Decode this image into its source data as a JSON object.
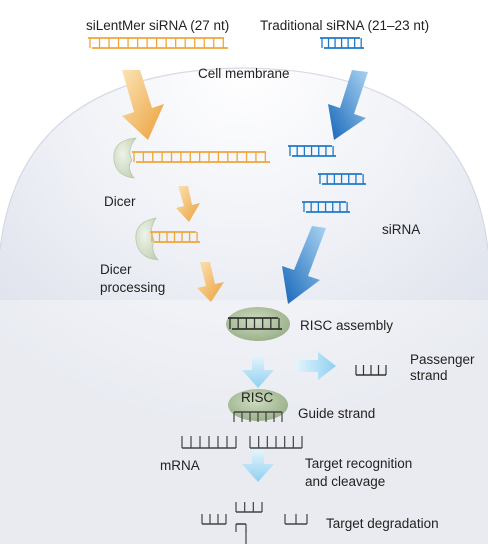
{
  "title_left": "siLentMer siRNA (27 nt)",
  "title_right": "Traditional siRNA (21–23 nt)",
  "labels": {
    "cell_membrane": "Cell membrane",
    "dicer": "Dicer",
    "dicer_processing_1": "Dicer",
    "dicer_processing_2": "processing",
    "sirna": "siRNA",
    "risc_assembly": "RISC assembly",
    "passenger_1": "Passenger",
    "passenger_2": "strand",
    "risc": "RISC",
    "guide_strand": "Guide strand",
    "mrna": "mRNA",
    "target_recognition_1": "Target recognition",
    "target_recognition_2": "and cleavage",
    "target_degradation": "Target degradation"
  },
  "colors": {
    "orange": "#f0a53a",
    "blue": "#1f78c8",
    "dicer_green": "#cfdcc4",
    "risc_green": "#a8bd98",
    "light_blue": "#9dd6f2",
    "cell": "#e6e8f0"
  }
}
